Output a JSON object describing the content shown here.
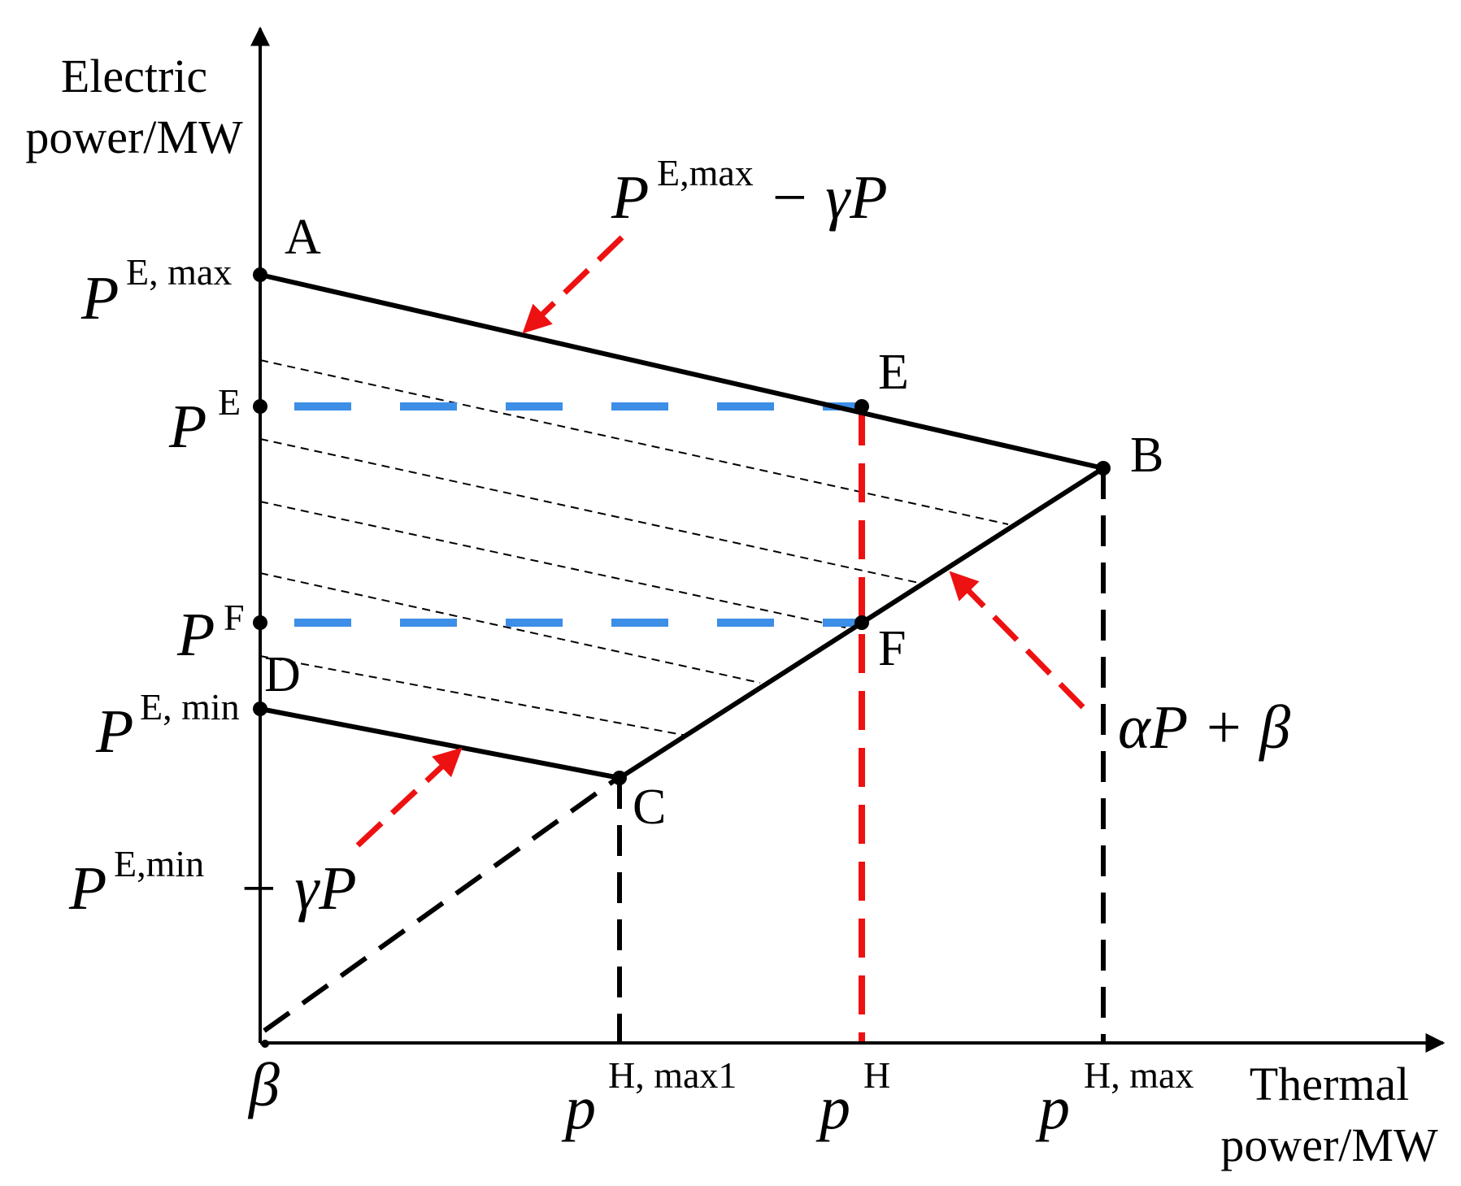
{
  "axes": {
    "y_title_line1": "Electric",
    "y_title_line2": "power/MW",
    "x_title_line1": "Thermal",
    "x_title_line2": "power/MW"
  },
  "points": {
    "A": "A",
    "B": "B",
    "C": "C",
    "D": "D",
    "E": "E",
    "F": "F"
  },
  "y_ticks": {
    "emax": {
      "base": "P",
      "sup": "E, max"
    },
    "e": {
      "base": "P",
      "sup": "E"
    },
    "f": {
      "base": "P",
      "sup": "F"
    },
    "emin": {
      "base": "P",
      "sup": "E, min"
    }
  },
  "x_ticks": {
    "origin": "β",
    "hmax1": {
      "base": "p",
      "sup": "H, max1"
    },
    "h": {
      "base": "p",
      "sup": "H"
    },
    "hmax": {
      "base": "p",
      "sup": "H, max"
    }
  },
  "annotations": {
    "upper_boundary": {
      "base": "P",
      "sup": "E,max",
      "tail": " − γP"
    },
    "lower_boundary": {
      "base": "P",
      "sup": "E,min",
      "tail": "− γP"
    },
    "right_boundary": "αP + β"
  },
  "colors": {
    "boundary": "#000000",
    "blue_dashed": "#3d8ee6",
    "red": "#ee1111"
  }
}
